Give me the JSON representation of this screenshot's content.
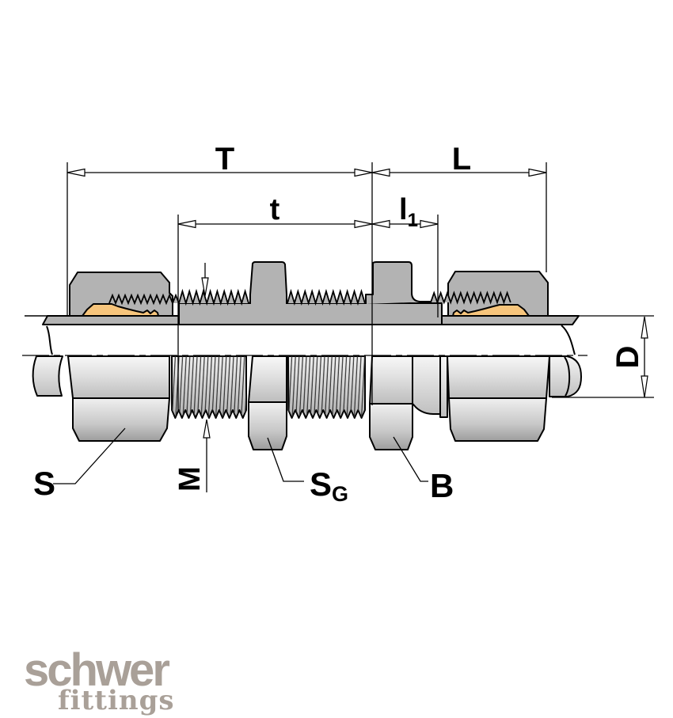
{
  "diagram": {
    "dimensions": {
      "T": "T",
      "t": "t",
      "L": "L",
      "l1_base": "l",
      "l1_sub": "1",
      "D": "D"
    },
    "parts": {
      "S": "S",
      "M": "M",
      "SG_base": "S",
      "SG_sub": "G",
      "B": "B"
    },
    "colors": {
      "outline": "#000000",
      "cut_surface_gray": "#b3b3b3",
      "ferrule_orange": "#f7c57c",
      "logo_gray": "#a9a098",
      "background": "#ffffff"
    }
  },
  "logo": {
    "brand": "schwer",
    "tagline": "fittings"
  }
}
